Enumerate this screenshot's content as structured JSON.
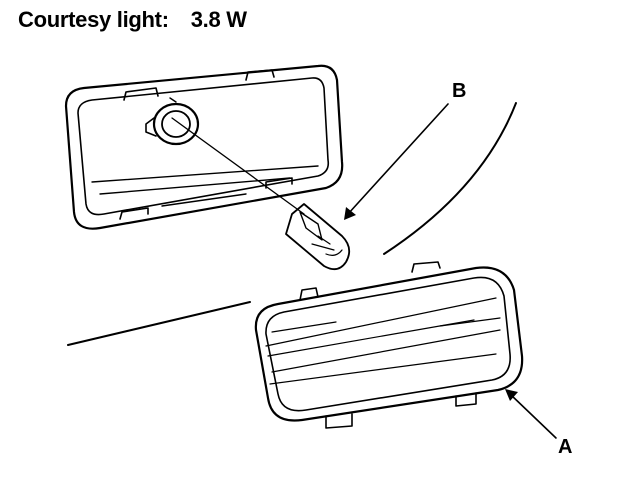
{
  "title": {
    "item": "Courtesy light:",
    "spec": "3.8 W"
  },
  "callouts": {
    "bulb": "B",
    "lens": "A"
  },
  "colors": {
    "line": "#000000",
    "background": "#ffffff"
  }
}
